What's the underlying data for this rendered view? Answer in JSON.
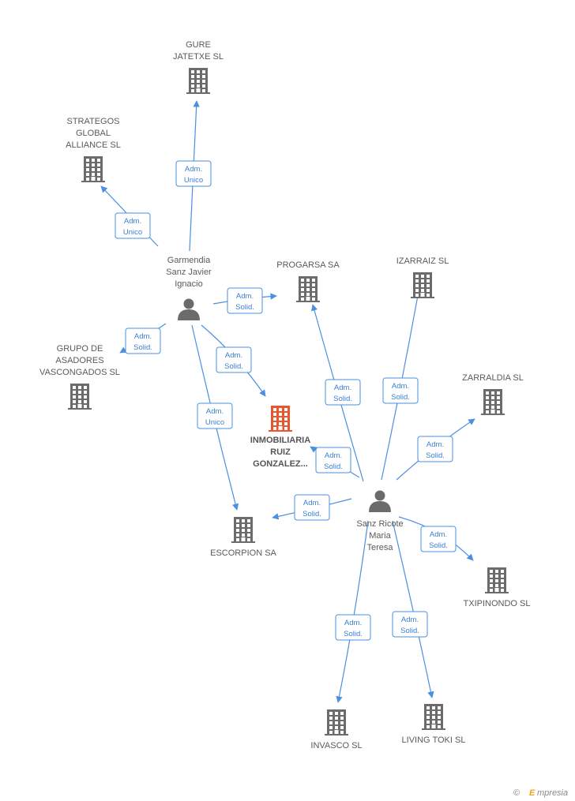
{
  "colors": {
    "building": "#6b6b6b",
    "building_main": "#e8562e",
    "person": "#6b6b6b",
    "edge": "#4a8fe0",
    "rel_text": "#3a7fd0",
    "brand_accent": "#f0a020"
  },
  "nodes": {
    "gure_jatetxe": {
      "type": "company",
      "label": [
        "GURE",
        "JATETXE SL"
      ]
    },
    "strategos": {
      "type": "company",
      "label": [
        "STRATEGOS",
        "GLOBAL",
        "ALLIANCE SL"
      ]
    },
    "garmendia": {
      "type": "person",
      "label": [
        "Garmendia",
        "Sanz Javier",
        "Ignacio"
      ]
    },
    "progarsa": {
      "type": "company",
      "label": [
        "PROGARSA SA"
      ]
    },
    "izarraiz": {
      "type": "company",
      "label": [
        "IZARRAIZ SL"
      ]
    },
    "grupo_asadores": {
      "type": "company",
      "label": [
        "GRUPO DE",
        "ASADORES",
        "VASCONGADOS SL"
      ]
    },
    "zarraldia": {
      "type": "company",
      "label": [
        "ZARRALDIA SL"
      ]
    },
    "inmobiliaria": {
      "type": "company_main",
      "label": [
        "INMOBILIARIA",
        "RUIZ",
        "GONZALEZ..."
      ]
    },
    "escorpion": {
      "type": "company",
      "label": [
        "ESCORPION SA"
      ]
    },
    "sanz_ricote": {
      "type": "person",
      "label": [
        "Sanz Ricote",
        "Maria",
        "Teresa"
      ]
    },
    "txipinondo": {
      "type": "company",
      "label": [
        "TXIPINONDO SL"
      ]
    },
    "invasco": {
      "type": "company",
      "label": [
        "INVASCO SL"
      ]
    },
    "living_toki": {
      "type": "company",
      "label": [
        "LIVING TOKI SL"
      ]
    }
  },
  "edges": [
    {
      "id": "e1",
      "from": "garmendia",
      "to": "gure_jatetxe",
      "relation": [
        "Adm.",
        "Unico"
      ]
    },
    {
      "id": "e2",
      "from": "garmendia",
      "to": "strategos",
      "relation": [
        "Adm.",
        "Unico"
      ]
    },
    {
      "id": "e3",
      "from": "garmendia",
      "to": "progarsa",
      "relation": [
        "Adm.",
        "Solid."
      ]
    },
    {
      "id": "e4",
      "from": "garmendia",
      "to": "grupo_asadores",
      "relation": [
        "Adm.",
        "Solid."
      ]
    },
    {
      "id": "e5",
      "from": "garmendia",
      "to": "inmobiliaria",
      "relation": [
        "Adm.",
        "Solid."
      ]
    },
    {
      "id": "e6",
      "from": "garmendia",
      "to": "escorpion",
      "relation": [
        "Adm.",
        "Unico"
      ]
    },
    {
      "id": "e7",
      "from": "sanz_ricote",
      "to": "progarsa",
      "relation": [
        "Adm.",
        "Solid."
      ]
    },
    {
      "id": "e8",
      "from": "sanz_ricote",
      "to": "izarraiz",
      "relation": [
        "Adm.",
        "Solid."
      ]
    },
    {
      "id": "e9",
      "from": "sanz_ricote",
      "to": "zarraldia",
      "relation": [
        "Adm.",
        "Solid."
      ]
    },
    {
      "id": "e10",
      "from": "sanz_ricote",
      "to": "inmobiliaria",
      "relation": [
        "Adm.",
        "Solid."
      ]
    },
    {
      "id": "e11",
      "from": "sanz_ricote",
      "to": "escorpion",
      "relation": [
        "Adm.",
        "Solid."
      ]
    },
    {
      "id": "e12",
      "from": "sanz_ricote",
      "to": "txipinondo",
      "relation": [
        "Adm.",
        "Solid."
      ]
    },
    {
      "id": "e13",
      "from": "sanz_ricote",
      "to": "invasco",
      "relation": [
        "Adm.",
        "Solid."
      ]
    },
    {
      "id": "e14",
      "from": "sanz_ricote",
      "to": "living_toki",
      "relation": [
        "Adm.",
        "Solid."
      ]
    }
  ],
  "footer": {
    "copyright_symbol": "©",
    "brand_initial": "E",
    "brand_rest": "mpresia"
  }
}
